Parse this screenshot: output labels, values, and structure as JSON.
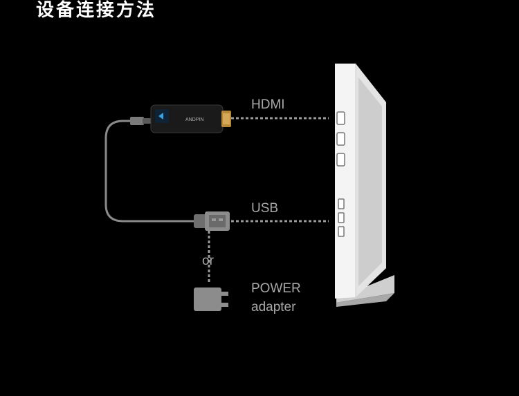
{
  "title": "设备连接方法",
  "labels": {
    "hdmi": "HDMI",
    "usb": "USB",
    "or": "or",
    "power": "POWER",
    "adapter": "adapter",
    "dongle_brand": "ANDPIN"
  },
  "icons": {
    "dongle": "hdmi-dongle-icon",
    "usb_plug": "usb-plug-icon",
    "power_adapter": "power-adapter-icon",
    "monitor": "portable-monitor-icon"
  },
  "colors": {
    "background": "#000000",
    "title": "#ffffff",
    "label": "#a9a9a9",
    "cable": "#8a8a8a",
    "dotted": "#9a9a9a",
    "monitor": "#f2f2f2"
  }
}
